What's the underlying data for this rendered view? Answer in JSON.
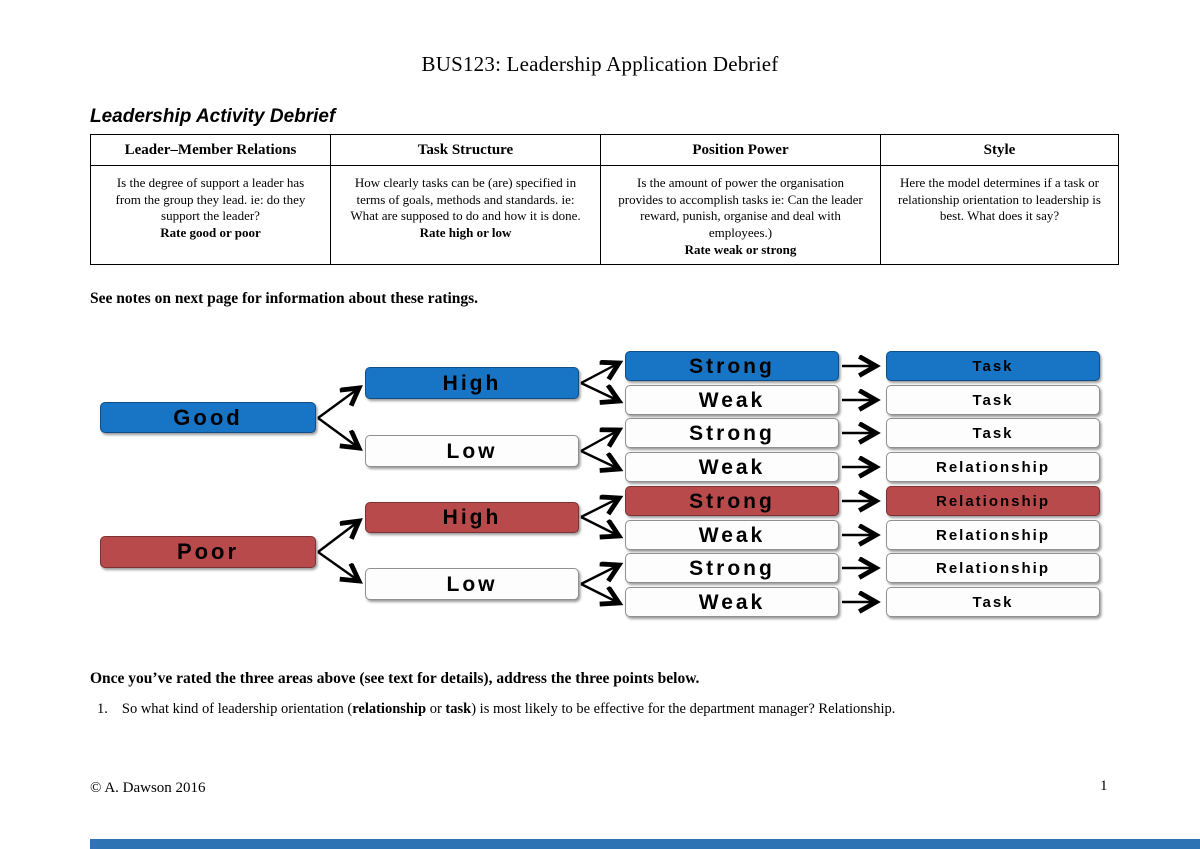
{
  "page": {
    "title": "BUS123: Leadership Application Debrief",
    "heading": "Leadership Activity Debrief",
    "see_notes": "See notes on next page for information about these ratings.",
    "footer_left": "© A. Dawson 2016",
    "page_number": "1"
  },
  "table": {
    "columns": [
      {
        "header": "Leader–Member Relations",
        "body": "Is the degree of support a leader has from the group they lead. ie: do they support the leader?",
        "rate": "Rate good or poor"
      },
      {
        "header": "Task Structure",
        "body": "How clearly tasks can be (are) specified in terms of goals, methods and standards.  ie: What are supposed to do and how it is done.",
        "rate": "Rate high or low"
      },
      {
        "header": "Position Power",
        "body": "Is the amount of power the organisation provides to accomplish tasks ie: Can the leader reward, punish, organise and deal with employees.)",
        "rate": "Rate weak or strong"
      },
      {
        "header": "Style",
        "body": "Here the model determines if a task or relationship orientation to leadership is best.  What does it say?",
        "rate": ""
      }
    ]
  },
  "diagram": {
    "relations": [
      {
        "label": "Good",
        "variant": "blue"
      },
      {
        "label": "Poor",
        "variant": "red"
      }
    ],
    "structure": [
      {
        "label": "High",
        "variant": "blue"
      },
      {
        "label": "Low",
        "variant": "white"
      },
      {
        "label": "High",
        "variant": "red"
      },
      {
        "label": "Low",
        "variant": "white"
      }
    ],
    "rows": [
      {
        "power": "Strong",
        "style": "Task",
        "variant": "blue"
      },
      {
        "power": "Weak",
        "style": "Task",
        "variant": "white"
      },
      {
        "power": "Strong",
        "style": "Task",
        "variant": "white"
      },
      {
        "power": "Weak",
        "style": "Relationship",
        "variant": "white"
      },
      {
        "power": "Strong",
        "style": "Relationship",
        "variant": "red"
      },
      {
        "power": "Weak",
        "style": "Relationship",
        "variant": "white"
      },
      {
        "power": "Strong",
        "style": "Relationship",
        "variant": "white"
      },
      {
        "power": "Weak",
        "style": "Task",
        "variant": "white"
      }
    ]
  },
  "bottom": {
    "intro": "Once you’ve rated the three areas above (see text for details), address the three points below.",
    "item_number": "1.",
    "item_pre": "So what kind of leadership orientation (",
    "item_bold1": "relationship",
    "item_mid": " or ",
    "item_bold2": "task",
    "item_post": ") is most likely to be effective for the department manager?  Relationship."
  },
  "colors": {
    "box_blue": "#1874C4",
    "box_red": "#B94A4C",
    "box_white": "#FDFDFD",
    "accent_bar_blue": "#2E74B5",
    "arrow_black": "#000000"
  }
}
